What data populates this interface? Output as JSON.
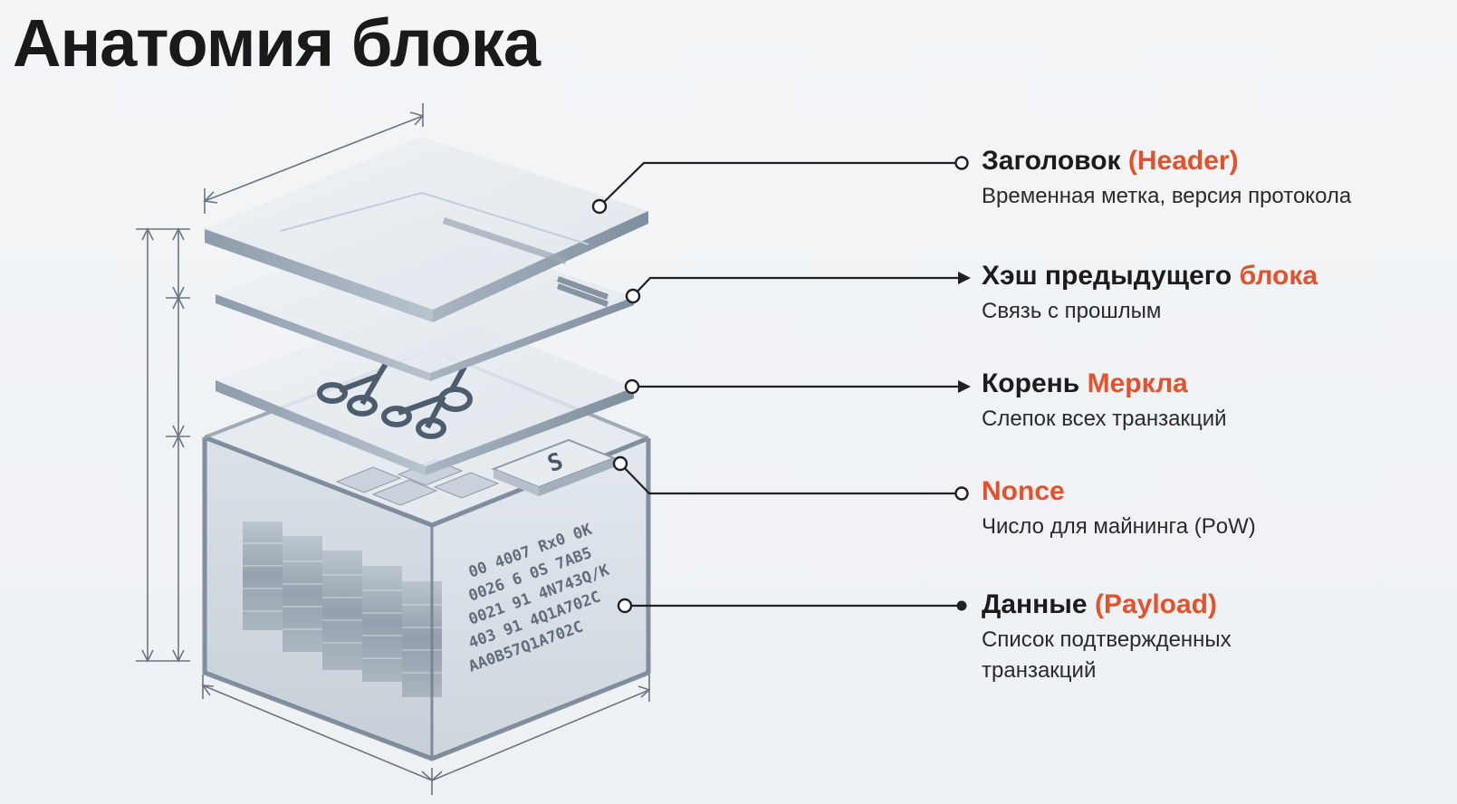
{
  "title": "Анатомия блока",
  "accent_color": "#e4512b",
  "labels": [
    {
      "id": "header",
      "title_main": "Заголовок",
      "title_accent": "(Header)",
      "description": "Временная метка, версия протокола",
      "connector_end": "open-circle"
    },
    {
      "id": "prev-hash",
      "title_main": "Хэш предыдущего",
      "title_accent": "блока",
      "description": "Связь с прошлым",
      "connector_end": "arrow"
    },
    {
      "id": "merkle-root",
      "title_main": "Корень",
      "title_accent": "Меркла",
      "description": "Слепок всех транзакций",
      "connector_end": "arrow"
    },
    {
      "id": "nonce",
      "title_main": "",
      "title_accent": "Nonce",
      "description": "Число для майнинга (PoW)",
      "connector_end": "open-circle"
    },
    {
      "id": "payload",
      "title_main": "Данные",
      "title_accent": "(Payload)",
      "description": "Список подтвержденных транзакций",
      "connector_end": "filled-dot"
    }
  ],
  "illustration": {
    "layers": [
      "header-plate",
      "prev-hash-plate",
      "merkle-plate",
      "data-box"
    ],
    "nonce_chip_glyph": "S",
    "hash_text_lines": [
      "00 4007 Rx0 0K",
      "0026 6 0S 7AB5",
      "0021 91 4N743Q/K",
      "403 91 4Q1A702C",
      "AA0B57Q1A702C"
    ]
  }
}
